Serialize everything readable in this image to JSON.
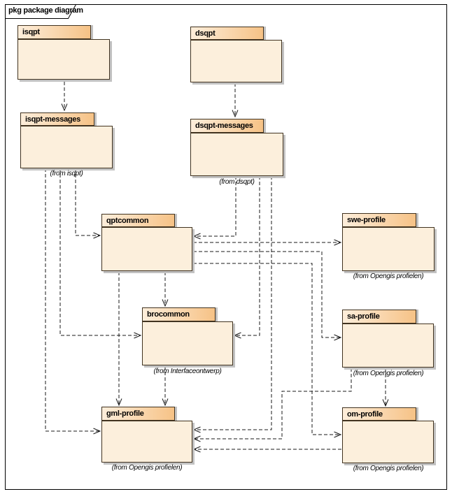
{
  "frame": {
    "title": "pkg package diagram"
  },
  "packages": [
    {
      "id": "isqpt",
      "name": "isqpt",
      "sublabel": ""
    },
    {
      "id": "dsqpt",
      "name": "dsqpt",
      "sublabel": ""
    },
    {
      "id": "isqpt-messages",
      "name": "isqpt-messages",
      "sublabel": "(from isqpt)"
    },
    {
      "id": "dsqpt-messages",
      "name": "dsqpt-messages",
      "sublabel": "(from dsqpt)"
    },
    {
      "id": "qptcommon",
      "name": "qptcommon",
      "sublabel": ""
    },
    {
      "id": "swe-profile",
      "name": "swe-profile",
      "sublabel": "(from Opengis profielen)"
    },
    {
      "id": "brocommon",
      "name": "brocommon",
      "sublabel": "(from Interfaceontwerp)"
    },
    {
      "id": "sa-profile",
      "name": "sa-profile",
      "sublabel": "(from Opengis profielen)"
    },
    {
      "id": "gml-profile",
      "name": "gml-profile",
      "sublabel": "(from Opengis profielen)"
    },
    {
      "id": "om-profile",
      "name": "om-profile",
      "sublabel": "(from Opengis profielen)"
    }
  ],
  "edges": [
    {
      "from": "isqpt",
      "to": "isqpt-messages",
      "type": "dependency",
      "line": "dashed",
      "arrow": "open"
    },
    {
      "from": "dsqpt",
      "to": "dsqpt-messages",
      "type": "dependency",
      "line": "dashed",
      "arrow": "open"
    },
    {
      "from": "isqpt-messages",
      "to": "qptcommon",
      "type": "dependency",
      "line": "dashed",
      "arrow": "open"
    },
    {
      "from": "isqpt-messages",
      "to": "brocommon",
      "type": "dependency",
      "line": "dashed",
      "arrow": "open"
    },
    {
      "from": "isqpt-messages",
      "to": "gml-profile",
      "type": "dependency",
      "line": "dashed",
      "arrow": "open"
    },
    {
      "from": "dsqpt-messages",
      "to": "qptcommon",
      "type": "dependency",
      "line": "dashed",
      "arrow": "open"
    },
    {
      "from": "dsqpt-messages",
      "to": "brocommon",
      "type": "dependency",
      "line": "dashed",
      "arrow": "open"
    },
    {
      "from": "dsqpt-messages",
      "to": "gml-profile",
      "type": "dependency",
      "line": "dashed",
      "arrow": "open"
    },
    {
      "from": "qptcommon",
      "to": "swe-profile",
      "type": "dependency",
      "line": "dashed",
      "arrow": "open"
    },
    {
      "from": "qptcommon",
      "to": "sa-profile",
      "type": "dependency",
      "line": "dashed",
      "arrow": "open"
    },
    {
      "from": "qptcommon",
      "to": "om-profile",
      "type": "dependency",
      "line": "dashed",
      "arrow": "open"
    },
    {
      "from": "qptcommon",
      "to": "brocommon",
      "type": "dependency",
      "line": "dashed",
      "arrow": "open"
    },
    {
      "from": "qptcommon",
      "to": "gml-profile",
      "type": "dependency",
      "line": "dashed",
      "arrow": "open"
    },
    {
      "from": "brocommon",
      "to": "gml-profile",
      "type": "dependency",
      "line": "dashed",
      "arrow": "open"
    },
    {
      "from": "sa-profile",
      "to": "gml-profile",
      "type": "dependency",
      "line": "dashed",
      "arrow": "open"
    },
    {
      "from": "sa-profile",
      "to": "om-profile",
      "type": "dependency",
      "line": "dashed",
      "arrow": "open"
    },
    {
      "from": "om-profile",
      "to": "gml-profile",
      "type": "dependency",
      "line": "dashed",
      "arrow": "open"
    }
  ],
  "colors": {
    "tabLight": "#fdeedb",
    "tabDark": "#f6c286",
    "bodyFill": "#fcefdc",
    "border": "#413320",
    "shadow": "#c2c2c2",
    "line": "#1a1a1a",
    "frame": "#000000"
  }
}
